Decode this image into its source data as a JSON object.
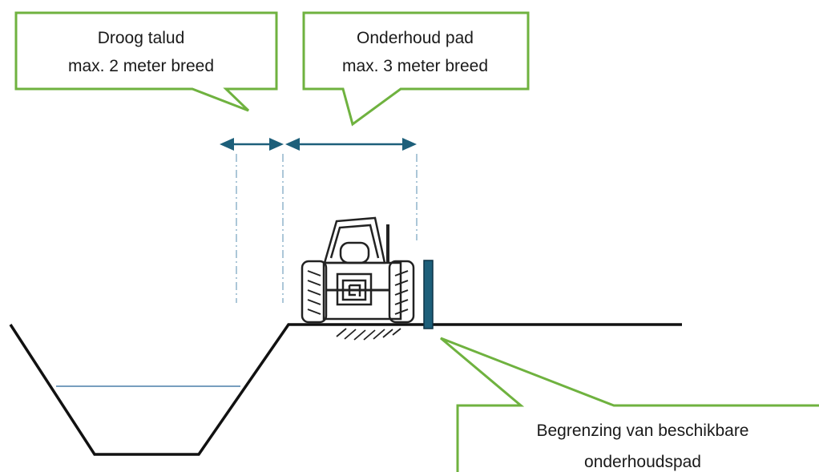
{
  "callouts": {
    "slope": {
      "line1": "Droog talud",
      "line2": "max. 2 meter breed"
    },
    "path": {
      "line1": "Onderhoud pad",
      "line2": "max. 3 meter breed"
    },
    "boundary": {
      "line1": "Begrenzing van beschikbare",
      "line2": "onderhoudspad"
    }
  },
  "colors": {
    "callout_border": "#6fb23f",
    "arrow": "#1d5f7a",
    "ground": "#111111",
    "water": "#4a7fa8",
    "post": "#1d5f7a",
    "guide": "#5a8fb0"
  },
  "icons": {
    "tractor": "tractor-icon"
  }
}
